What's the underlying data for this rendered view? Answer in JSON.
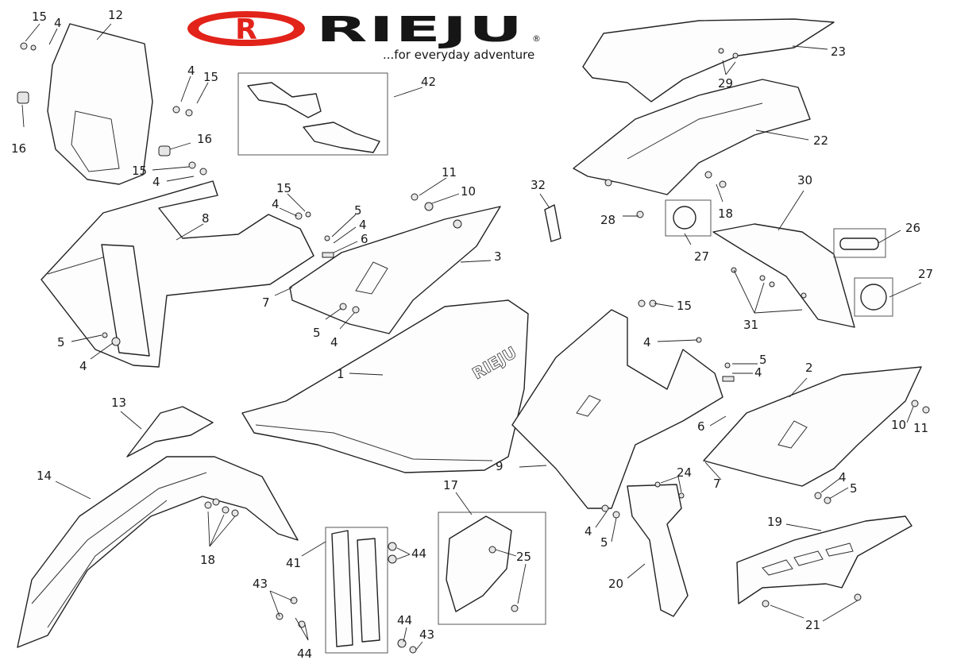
{
  "brand": {
    "logo_letter": "R",
    "name": "RIEJU",
    "registered_mark": "®",
    "tagline": "...for everyday adventure",
    "colors": {
      "red": "#e2231a",
      "black": "#161616"
    }
  },
  "seat_embossing": "RIEJU",
  "callouts": [
    "15",
    "4",
    "12",
    "4",
    "15",
    "16",
    "16",
    "15",
    "4",
    "42",
    "8",
    "15",
    "4",
    "5",
    "4",
    "6",
    "11",
    "10",
    "3",
    "7",
    "5",
    "4",
    "5",
    "4",
    "1",
    "32",
    "23",
    "29",
    "22",
    "18",
    "28",
    "30",
    "26",
    "27",
    "27",
    "31",
    "15",
    "4",
    "5",
    "4",
    "2",
    "6",
    "10",
    "11",
    "7",
    "4",
    "5",
    "9",
    "24",
    "4",
    "5",
    "20",
    "19",
    "21",
    "13",
    "14",
    "18",
    "41",
    "44",
    "43",
    "44",
    "17",
    "25",
    "44",
    "43"
  ]
}
